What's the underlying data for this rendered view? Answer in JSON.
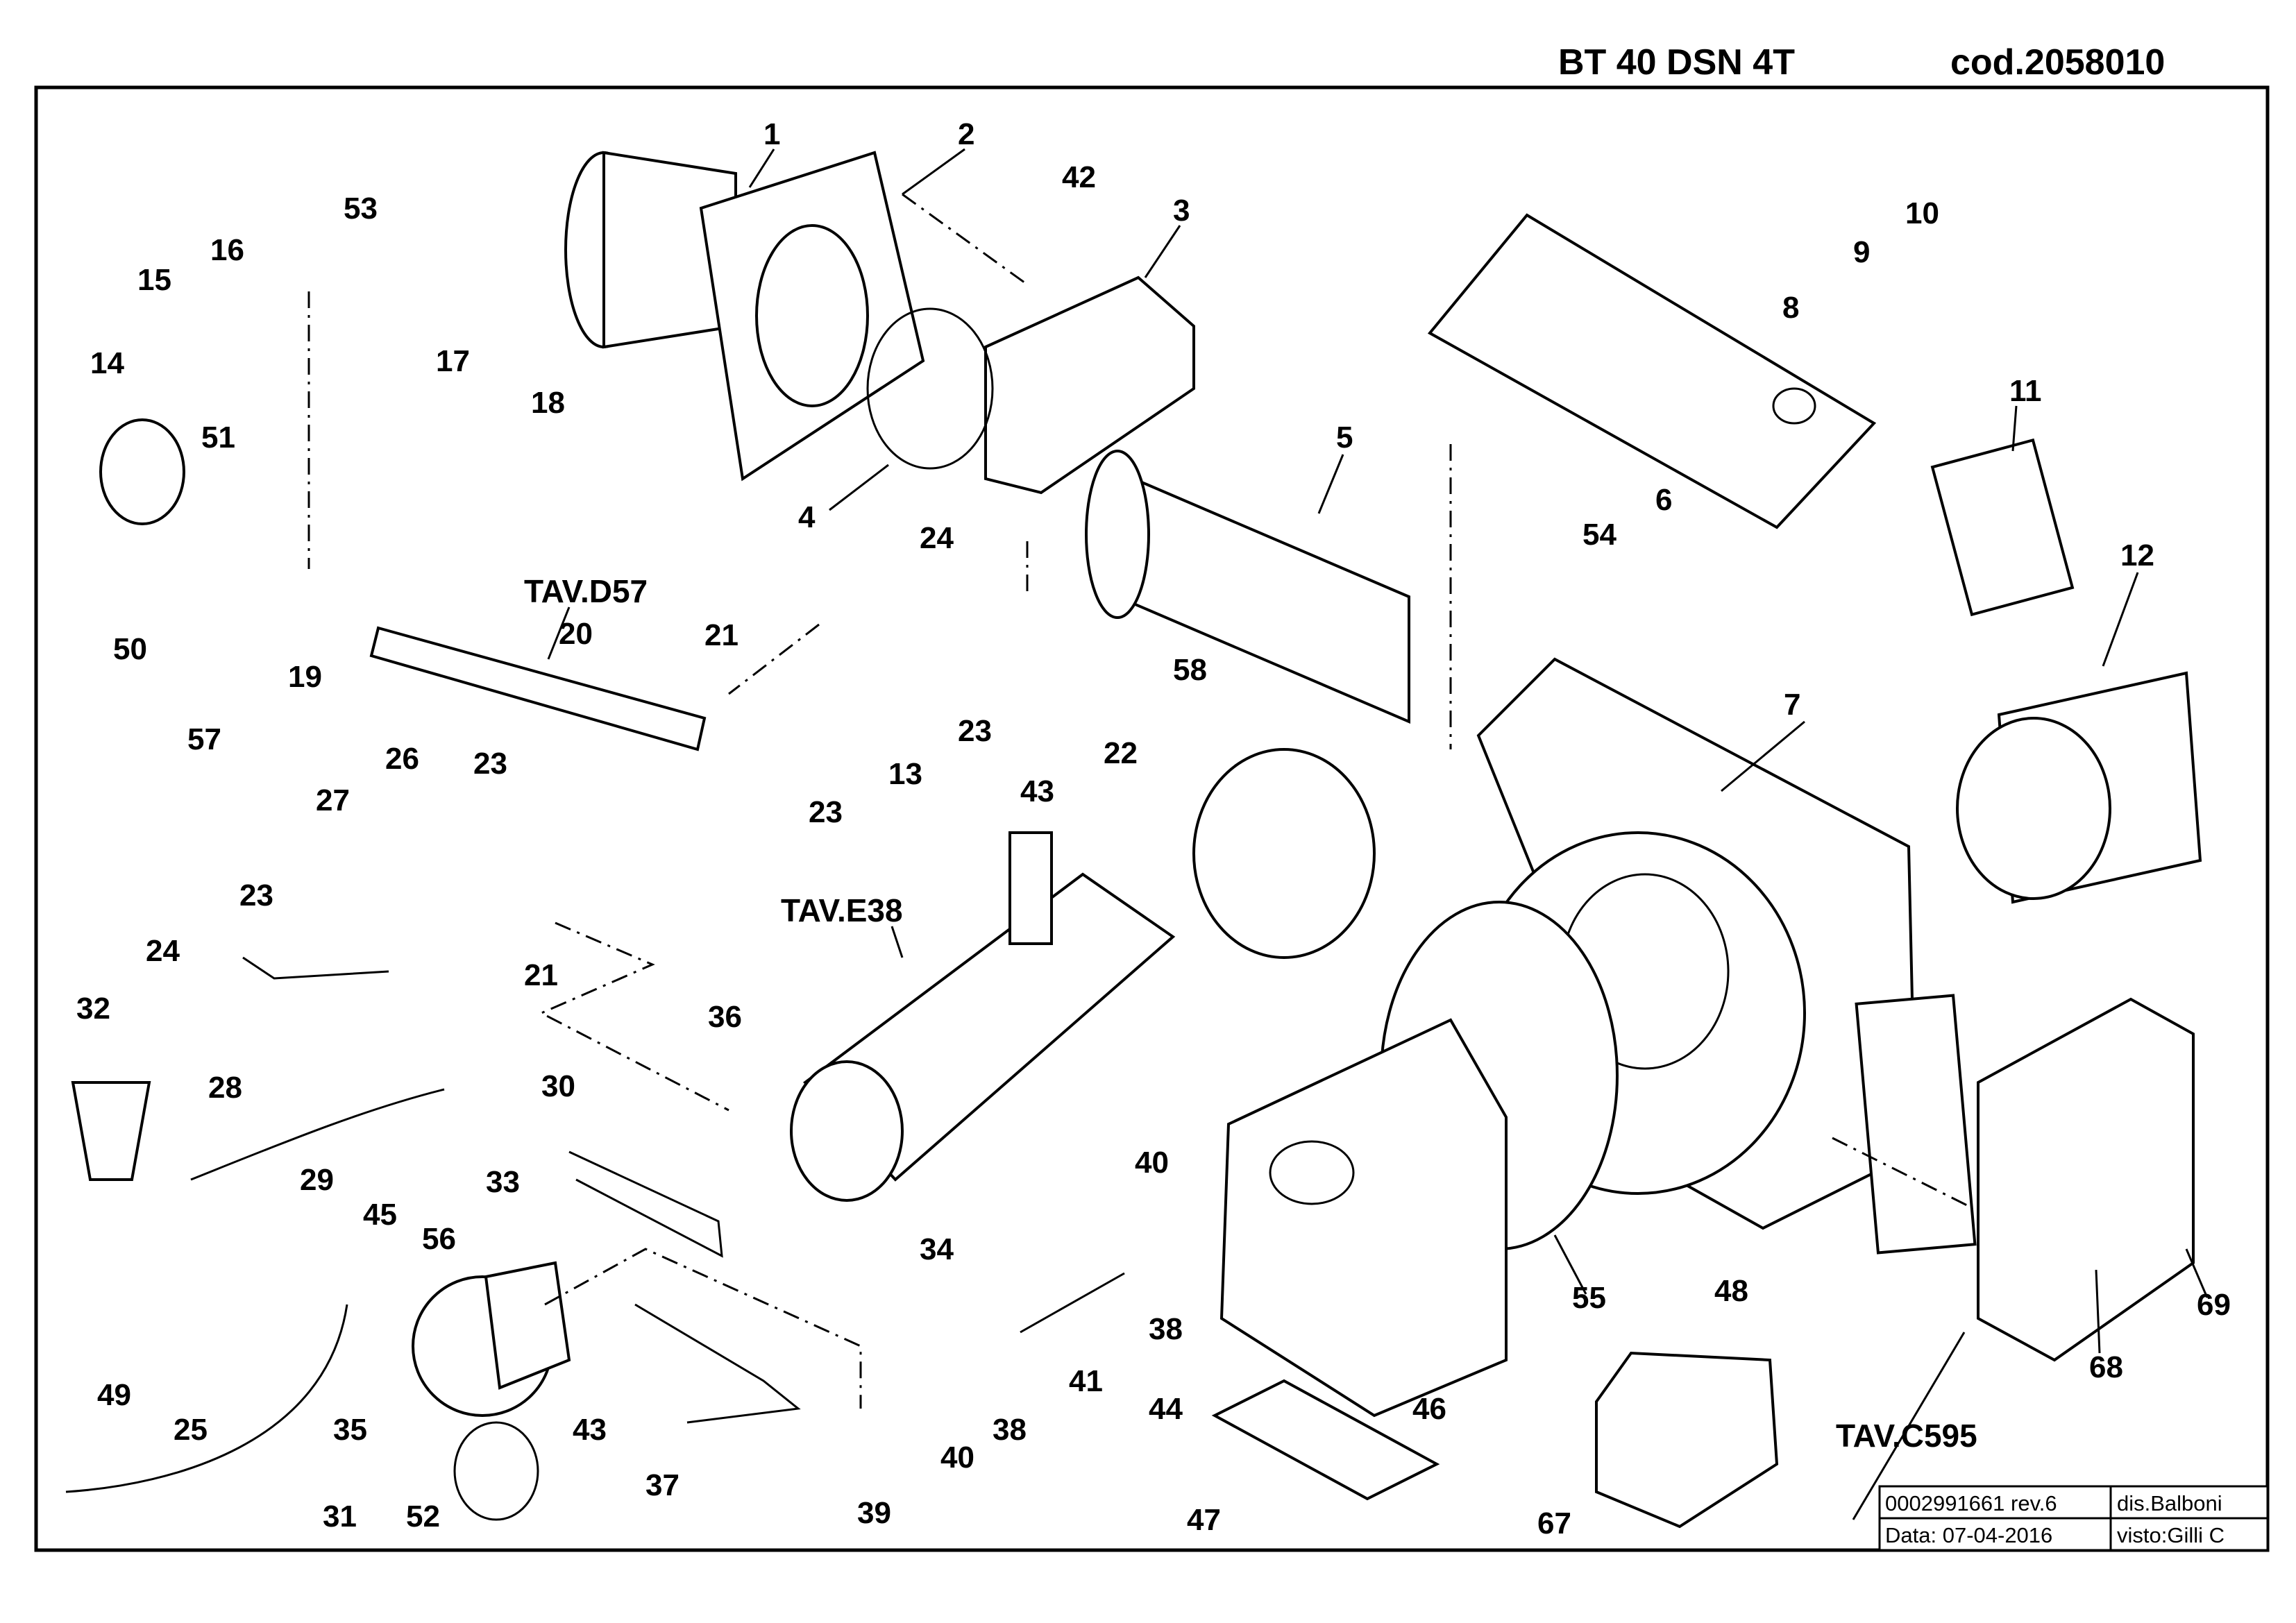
{
  "header": {
    "model": "BT 40 DSN 4T",
    "code": "cod.2058010"
  },
  "references": [
    "TAV.D57",
    "TAV.E38",
    "TAV.C595"
  ],
  "title_block": {
    "doc_number": "0002991661 rev.6",
    "drawn_by": "dis.Balboni",
    "date": "Data: 07-04-2016",
    "checked_by": "visto:Gilli C"
  },
  "callouts": [
    "1",
    "2",
    "3",
    "4",
    "5",
    "6",
    "7",
    "8",
    "9",
    "10",
    "11",
    "12",
    "13",
    "14",
    "15",
    "16",
    "17",
    "18",
    "19",
    "20",
    "21",
    "21",
    "22",
    "23",
    "23",
    "23",
    "23",
    "24",
    "24",
    "25",
    "26",
    "27",
    "28",
    "29",
    "30",
    "31",
    "32",
    "33",
    "34",
    "35",
    "36",
    "37",
    "38",
    "38",
    "39",
    "40",
    "40",
    "41",
    "42",
    "43",
    "43",
    "44",
    "45",
    "46",
    "47",
    "48",
    "49",
    "50",
    "51",
    "52",
    "53",
    "54",
    "55",
    "56",
    "57",
    "58",
    "67",
    "68",
    "69"
  ]
}
